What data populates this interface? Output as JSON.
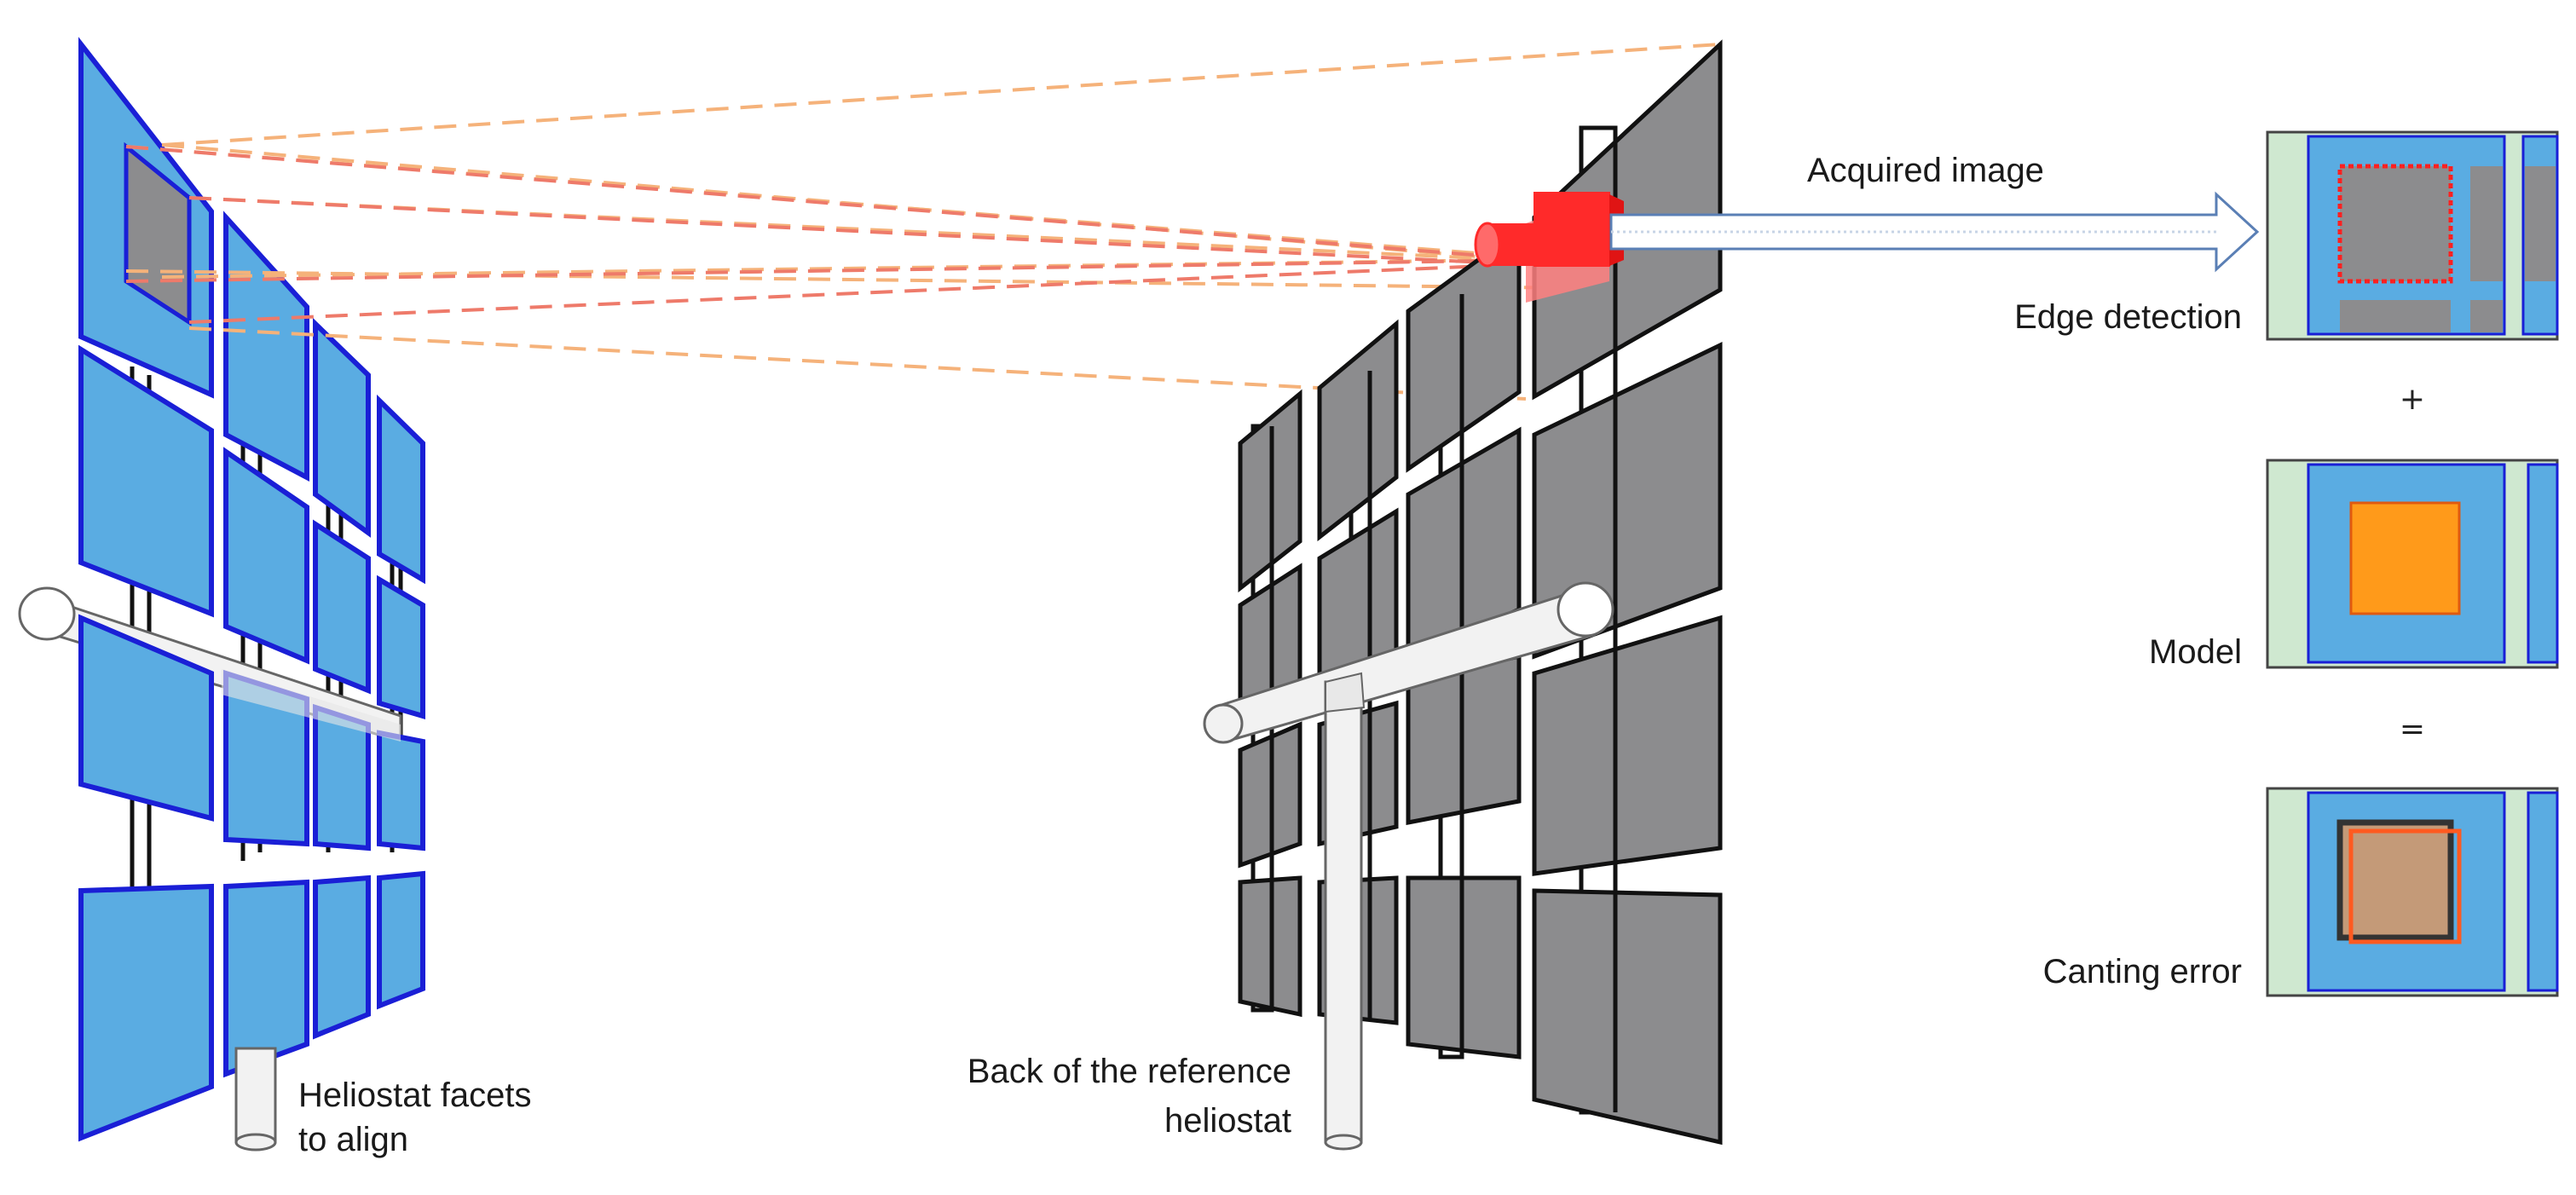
{
  "labels": {
    "acquired_image": "Acquired image",
    "edge_detection": "Edge detection",
    "model": "Model",
    "canting_error": "Canting error",
    "facets_line1": "Heliostat facets",
    "facets_line2": "to align",
    "back_line1": "Back of the reference",
    "back_line2": "heliostat",
    "plus": "+",
    "equals": "="
  },
  "colors": {
    "facet_fill": "#5aace2",
    "facet_stroke": "#1a1fd6",
    "back_fill": "#8c8c8e",
    "back_stroke": "#111111",
    "ray": "#f5b27a",
    "camera": "#ff2a2a",
    "panel_bg": "#cfe8d0",
    "panel_blue": "#5aace2",
    "model_orange": "#ff9a1a",
    "error_fill": "#c49a78",
    "arrow": "#5a7fb5"
  },
  "icons": {
    "camera": "camera-icon",
    "arrow": "right-arrow-icon"
  }
}
